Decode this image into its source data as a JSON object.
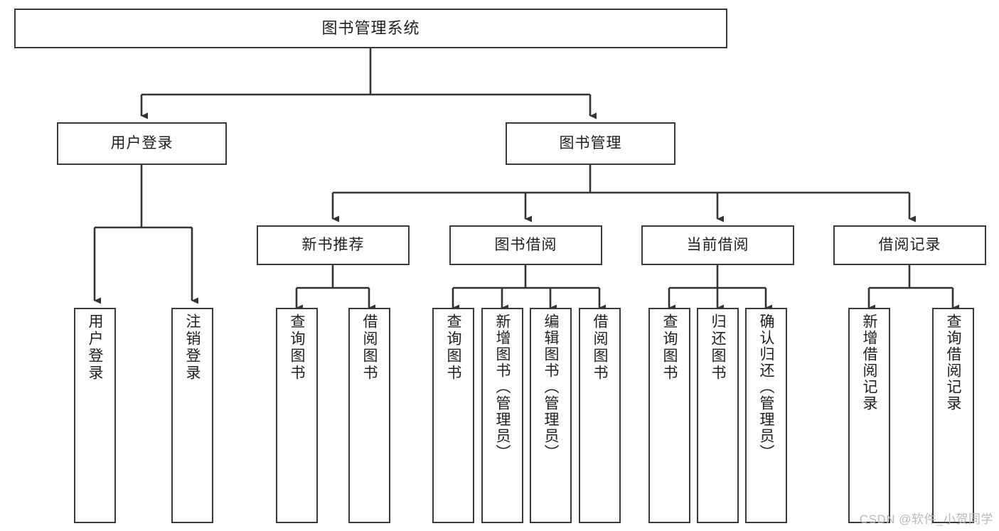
{
  "diagram": {
    "title": "图书管理系统",
    "type": "tree-hierarchy-chart",
    "colors": {
      "background": "#ffffff",
      "node_border": "#3a3a3a",
      "node_fill": "#ffffff",
      "edge": "#333333",
      "text": "#1f1f1f",
      "watermark": "#b9b9b9"
    },
    "root": {
      "label": "图书管理系统"
    },
    "level1": [
      {
        "label": "用户登录"
      },
      {
        "label": "图书管理"
      }
    ],
    "level2": [
      {
        "label": "新书推荐"
      },
      {
        "label": "图书借阅"
      },
      {
        "label": "当前借阅"
      },
      {
        "label": "借阅记录"
      }
    ],
    "leaves": {
      "user_login": [
        {
          "label": "用户登录"
        },
        {
          "label": "注销登录"
        }
      ],
      "new_book_recommend": [
        {
          "label": "查询图书"
        },
        {
          "label": "借阅图书"
        }
      ],
      "book_borrow": [
        {
          "label": "查询图书"
        },
        {
          "label": "新增图书（管理员）"
        },
        {
          "label": "编辑图书（管理员）"
        },
        {
          "label": "借阅图书"
        }
      ],
      "current_borrow": [
        {
          "label": "查询图书"
        },
        {
          "label": "归还图书"
        },
        {
          "label": "确认归还（管理员）"
        }
      ],
      "borrow_record": [
        {
          "label": "新增借阅记录"
        },
        {
          "label": "查询借阅记录"
        }
      ]
    },
    "watermark": "CSDN @软件_小贺同学"
  }
}
